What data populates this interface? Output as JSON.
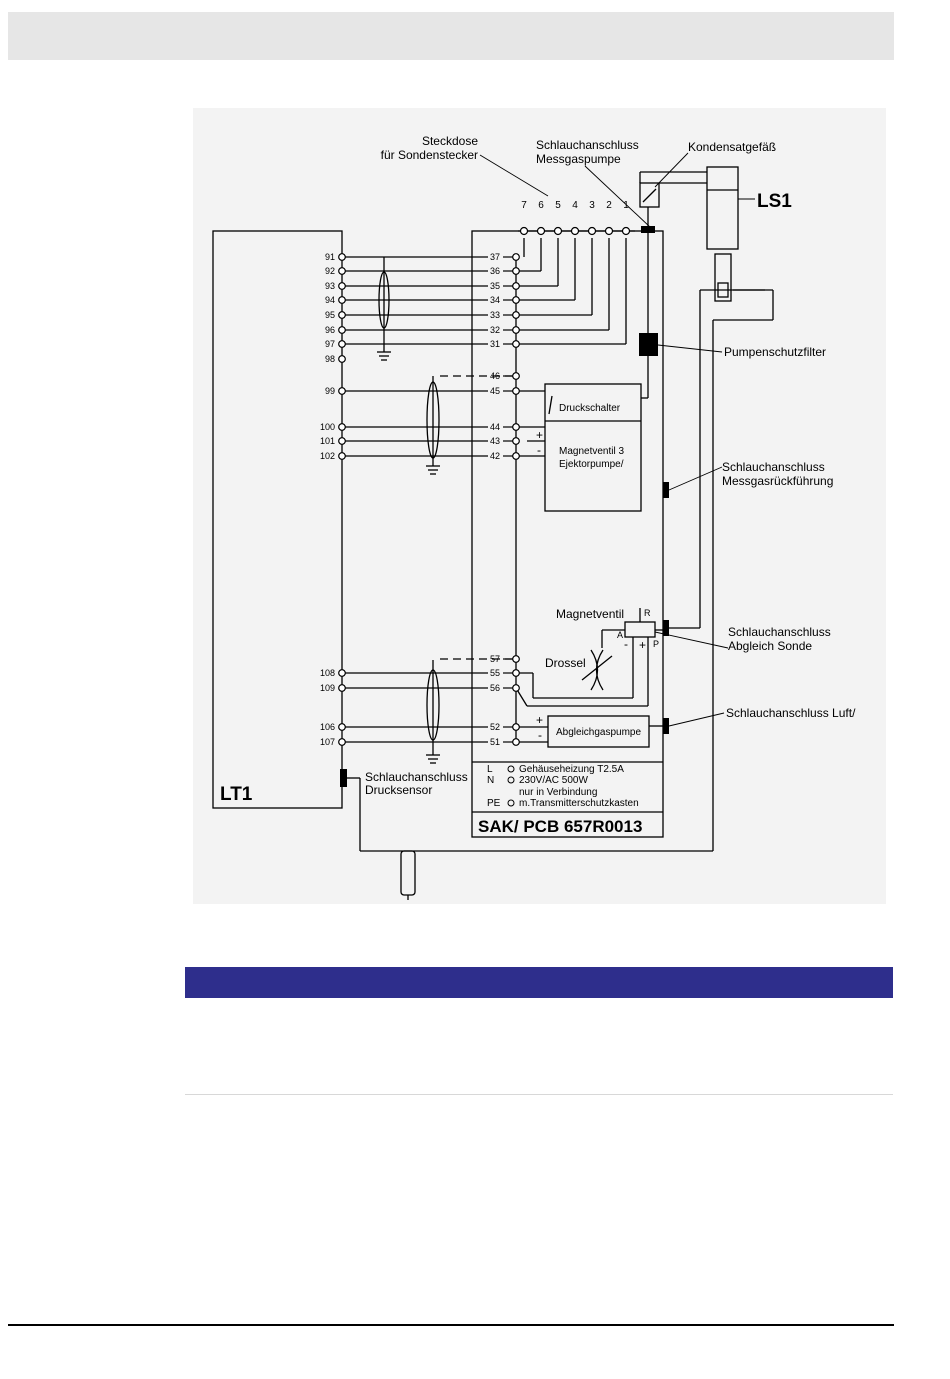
{
  "labels": {
    "steckdose_l1": "Steckdose",
    "steckdose_l2": "für Sondenstecker",
    "schlauch_pumpe_l1": "Schlauchanschluss",
    "schlauch_pumpe_l2": "Messgaspumpe",
    "kondensat": "Kondensatgefäß",
    "ls1": "LS1",
    "lt1": "LT1",
    "pumpenschutzfilter": "Pumpenschutzfilter",
    "druckschalter": "Druckschalter",
    "magnetventil3_l1": "Magnetventil 3",
    "magnetventil3_l2": "Ejektorpumpe/",
    "rueck_l1": "Schlauchanschluss",
    "rueck_l2": "Messgasrückführung",
    "magnetventil": "Magnetventil",
    "drossel": "Drossel",
    "abgleich_l1": "Schlauchanschluss",
    "abgleich_l2": "Abgleich Sonde",
    "luft": "Schlauchanschluss Luft/",
    "abgleichgaspumpe": "Abgleichgaspumpe",
    "drucksensor_l1": "Schlauchanschluss",
    "drucksensor_l2": "Drucksensor",
    "heiz_L": "L",
    "heiz_N": "N",
    "heiz_PE": "PE",
    "heiz_l1": "Gehäuseheizung T2.5A",
    "heiz_l2": "230V/AC 500W",
    "heiz_l3": "nur in Verbindung",
    "heiz_l4": "m.Transmitterschutzkasten",
    "pcb": "SAK/ PCB 657R0013",
    "valve_R": "R",
    "valve_A": "A",
    "valve_P": "P",
    "plus": "+",
    "minus": "-"
  },
  "socket_pins": [
    "7",
    "6",
    "5",
    "4",
    "3",
    "2",
    "1"
  ],
  "rows": [
    {
      "left": "91",
      "right": "37"
    },
    {
      "left": "92",
      "right": "36"
    },
    {
      "left": "93",
      "right": "35"
    },
    {
      "left": "94",
      "right": "34"
    },
    {
      "left": "95",
      "right": "33"
    },
    {
      "left": "96",
      "right": "32"
    },
    {
      "left": "97",
      "right": "31"
    },
    {
      "left": "98",
      "right": ""
    },
    {
      "left": "",
      "right": "46"
    },
    {
      "left": "99",
      "right": "45"
    },
    {
      "left": "100",
      "right": "44"
    },
    {
      "left": "101",
      "right": "43"
    },
    {
      "left": "102",
      "right": "42"
    },
    {
      "left": "",
      "right": "57"
    },
    {
      "left": "108",
      "right": "55"
    },
    {
      "left": "109",
      "right": "56"
    },
    {
      "left": "106",
      "right": "52"
    },
    {
      "left": "107",
      "right": "51"
    }
  ]
}
